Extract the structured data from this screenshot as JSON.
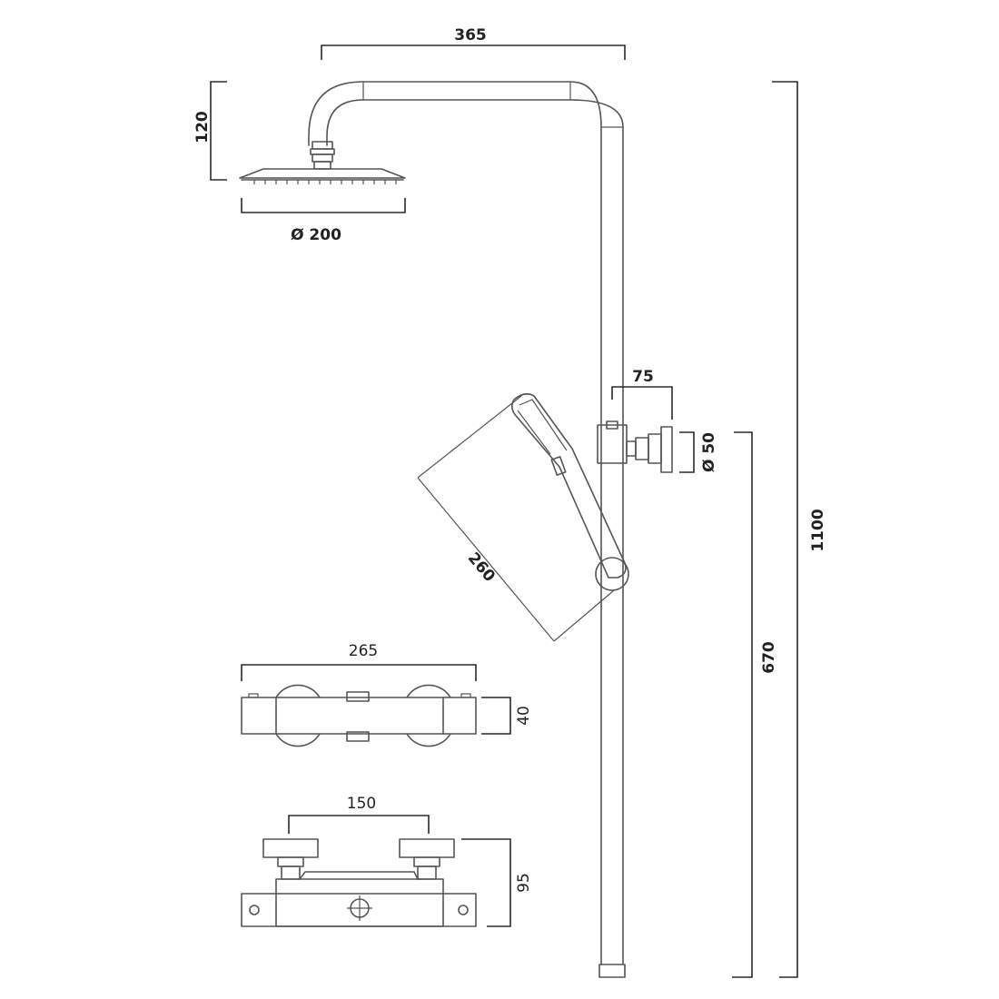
{
  "colors": {
    "line": "#555555",
    "dimension": "#2b2b2b",
    "text": "#222222",
    "background": "#ffffff"
  },
  "dimensions": {
    "arm_width": "365",
    "head_height": "120",
    "head_diameter": "Ø 200",
    "bracket_depth": "75",
    "bracket_diameter": "Ø 50",
    "rail_height": "1100",
    "bracket_height": "670",
    "handset_length": "260",
    "valve_width": "265",
    "valve_depth": "40",
    "valve_centres": "150",
    "valve_height": "95"
  }
}
